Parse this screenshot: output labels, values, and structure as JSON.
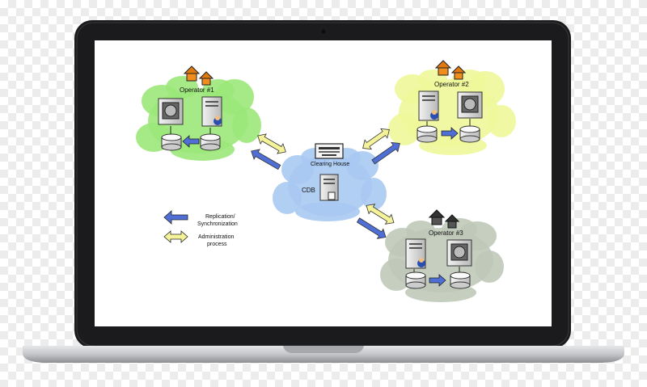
{
  "diagram": {
    "operators": [
      {
        "label": "Operator #1"
      },
      {
        "label": "Operator #2"
      },
      {
        "label": "Operator #3"
      }
    ],
    "clearing_house": {
      "label": "Clearing House",
      "db_label": "CDB"
    },
    "legend": {
      "replication_line1": "Replication/",
      "replication_line2": "Synchronization",
      "administration_line1": "Administration",
      "administration_line2": "process"
    }
  },
  "colors": {
    "operator1_cloud": "#9be87a",
    "operator2_cloud": "#eef79a",
    "operator3_cloud": "#bfc9b8",
    "clearing_cloud": "#a9c9f2",
    "replication_arrow": "#4f6fd6",
    "admin_arrow": "#f5f39a",
    "laptop_frame": "#1b1b1d",
    "laptop_base": "#c9cacc"
  }
}
